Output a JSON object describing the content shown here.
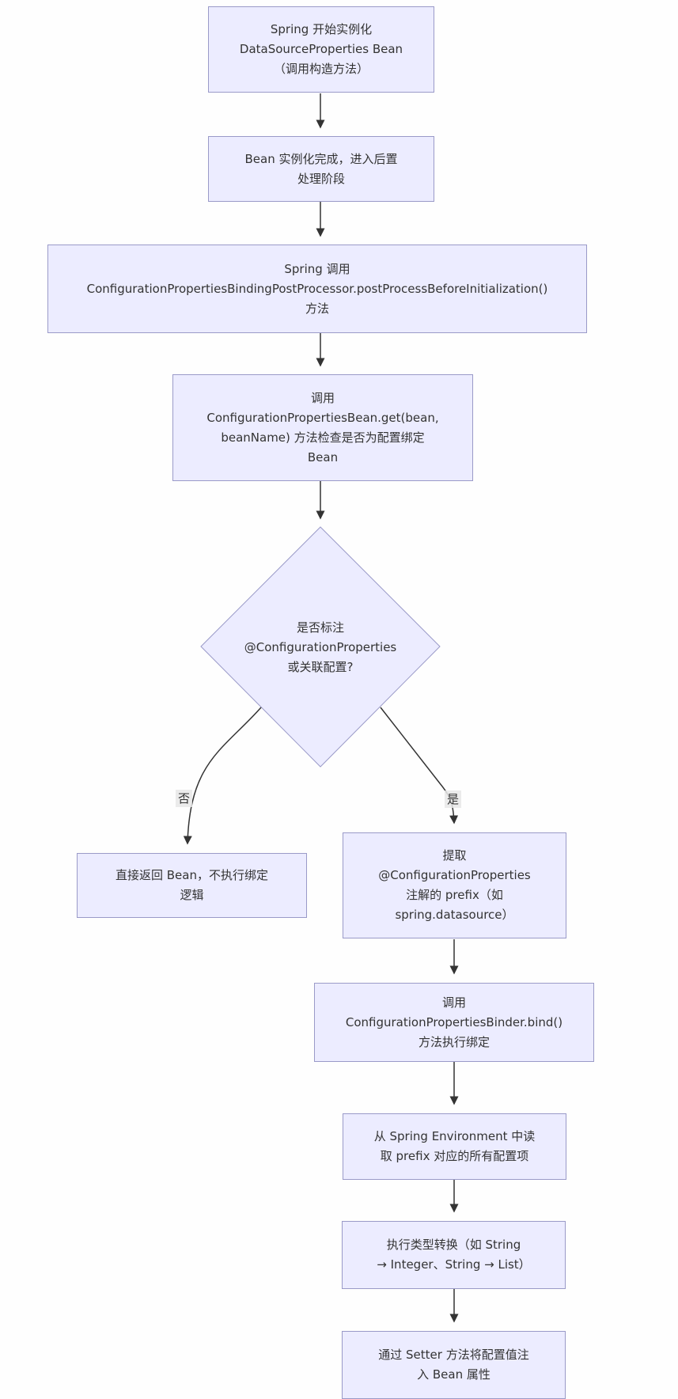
{
  "diagram": {
    "type": "flowchart",
    "direction": "top-down",
    "colors": {
      "node_fill": "#ECECFF",
      "node_border": "#9A9AC8",
      "text": "#333333",
      "edge": "#333333",
      "edge_label_bg": "#E8E8E8",
      "background": "#FEFEFE"
    },
    "nodes": {
      "start_instantiate": {
        "shape": "rect",
        "lines": [
          "Spring 开始实例化",
          "DataSourceProperties Bean",
          "（调用构造方法）"
        ]
      },
      "post_process_stage": {
        "shape": "rect",
        "lines": [
          "Bean 实例化完成，进入后置",
          "处理阶段"
        ]
      },
      "call_post_processor": {
        "shape": "rect",
        "lines": [
          "Spring 调用",
          "ConfigurationPropertiesBindingPostProcessor.postProcessBeforeInitialization()",
          "方法"
        ]
      },
      "check_config_bean": {
        "shape": "rect",
        "lines": [
          "调用",
          "ConfigurationPropertiesBean.get(bean,",
          "beanName) 方法检查是否为配置绑定",
          "Bean"
        ]
      },
      "decision_annotation": {
        "shape": "diamond",
        "lines": [
          "是否标注",
          "@ConfigurationProperties",
          "或关联配置?"
        ]
      },
      "return_bean": {
        "shape": "rect",
        "lines": [
          "直接返回 Bean，不执行绑定",
          "逻辑"
        ]
      },
      "extract_prefix": {
        "shape": "rect",
        "lines": [
          "提取",
          "@ConfigurationProperties",
          "注解的 prefix（如",
          "spring.datasource）"
        ]
      },
      "call_binder": {
        "shape": "rect",
        "lines": [
          "调用",
          "ConfigurationPropertiesBinder.bind()",
          "方法执行绑定"
        ]
      },
      "read_environment": {
        "shape": "rect",
        "lines": [
          "从 Spring Environment 中读",
          "取 prefix 对应的所有配置项"
        ]
      },
      "type_conversion": {
        "shape": "rect",
        "lines": [
          "执行类型转换（如 String",
          "→ Integer、String → List）"
        ]
      },
      "setter_injection": {
        "shape": "rect",
        "lines": [
          "通过 Setter 方法将配置值注",
          "入 Bean 属性"
        ]
      }
    },
    "edge_labels": {
      "no": "否",
      "yes": "是"
    }
  }
}
